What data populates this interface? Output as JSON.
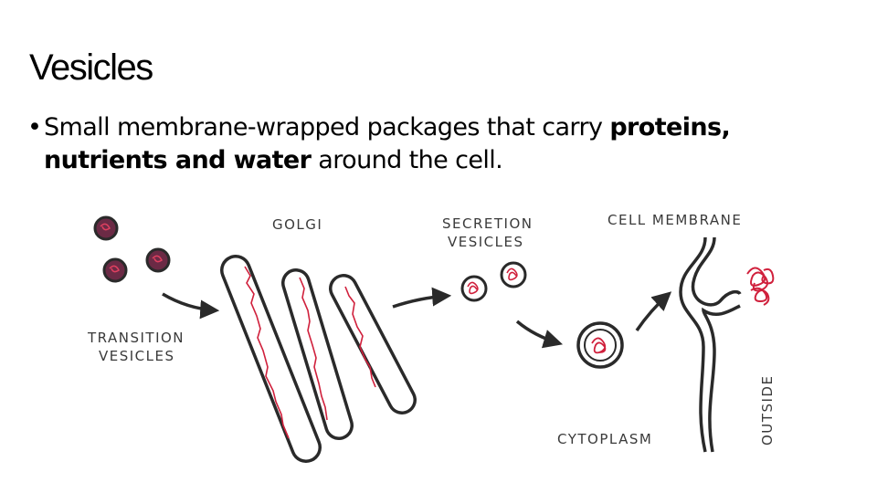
{
  "slide": {
    "title": "Vesicles",
    "bullet": {
      "marker": "•",
      "text_before": "Small membrane-wrapped packages that carry ",
      "text_bold": "proteins, nutrients and water",
      "text_after": " around the cell."
    }
  },
  "diagram": {
    "labels": {
      "golgi": "GOLGI",
      "secretion_line1": "SECRETION",
      "secretion_line2": "VESICLES",
      "cell_membrane": "CELL MEMBRANE",
      "transition_line1": "TRANSITION",
      "transition_line2": "VESICLES",
      "cytoplasm": "CYTOPLASM",
      "outside": "OUTSIDE"
    },
    "colors": {
      "outline": "#2a2a2a",
      "vesicle_fill": "#6b2a45",
      "cargo_red": "#d0203c"
    }
  }
}
